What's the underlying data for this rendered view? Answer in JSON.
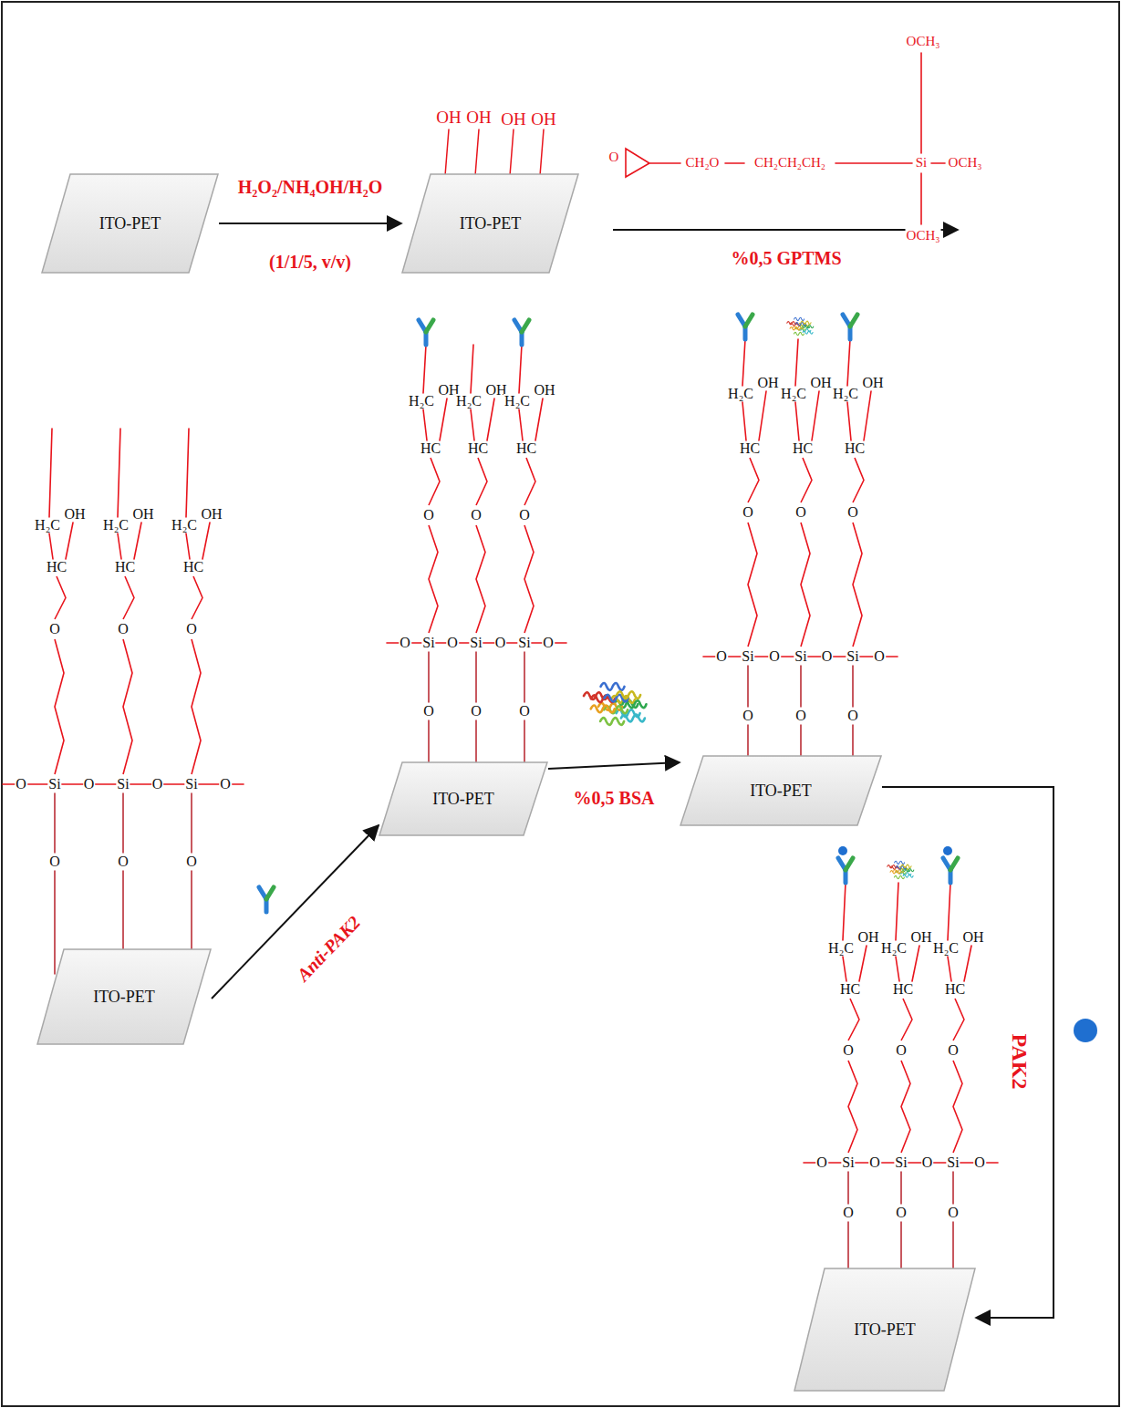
{
  "diagram": {
    "nodes": [
      {
        "text": [
          "ITO-PET"
        ]
      },
      {
        "text": [
          "ITO-PET"
        ]
      },
      {
        "text": [
          "ITO-PET"
        ]
      },
      {
        "text": [
          "ITO-PET"
        ]
      },
      {
        "text": [
          "ITO-PET"
        ]
      },
      {
        "text": [
          "ITO-PET"
        ]
      }
    ],
    "edges": [
      {
        "from": 0,
        "to": 1,
        "arrow": "to",
        "label": "H₂O₂/NH₄OH/H₂O"
      },
      {
        "from": 2,
        "to": 3,
        "arrow": "to",
        "label": "Anti-PAK2"
      },
      {
        "from": 3,
        "to": 4,
        "arrow": "to",
        "label": "%0,5 BSA"
      },
      {
        "from": 4,
        "to": 5,
        "arrow": "to",
        "label": "PAK2"
      }
    ],
    "labels": [
      "(1/1/5, v/v)",
      "OH",
      "OH",
      "OH",
      "OH",
      "O",
      "CH₂O",
      "CH₂CH₂CH₂",
      "Si",
      "OCH₃",
      "OCH₃",
      "OCH₃",
      "%0,5 GPTMS",
      "H₂C",
      "OH",
      "HC",
      "O",
      "H₂C",
      "OH",
      "HC",
      "O",
      "H₂C",
      "OH",
      "HC",
      "O",
      "O",
      "Si",
      "O",
      "Si",
      "O",
      "Si",
      "O",
      "O",
      "O",
      "O",
      "H₂C",
      "OH",
      "HC",
      "O",
      "H₂C",
      "OH",
      "HC",
      "O",
      "H₂C",
      "OH",
      "HC",
      "O",
      "O",
      "Si",
      "O",
      "Si",
      "O",
      "Si",
      "O",
      "O",
      "O",
      "O",
      "H₂C",
      "OH",
      "HC",
      "O",
      "H₂C",
      "OH",
      "HC",
      "O",
      "H₂C",
      "OH",
      "HC",
      "O",
      "O",
      "Si",
      "O",
      "Si",
      "O",
      "Si",
      "O",
      "O",
      "O",
      "O",
      "H₂C",
      "OH",
      "HC",
      "O",
      "H₂C",
      "OH",
      "HC",
      "O",
      "H₂C",
      "OH",
      "HC",
      "O",
      "O",
      "Si",
      "O",
      "Si",
      "O",
      "Si",
      "O",
      "O",
      "O",
      "O"
    ]
  }
}
